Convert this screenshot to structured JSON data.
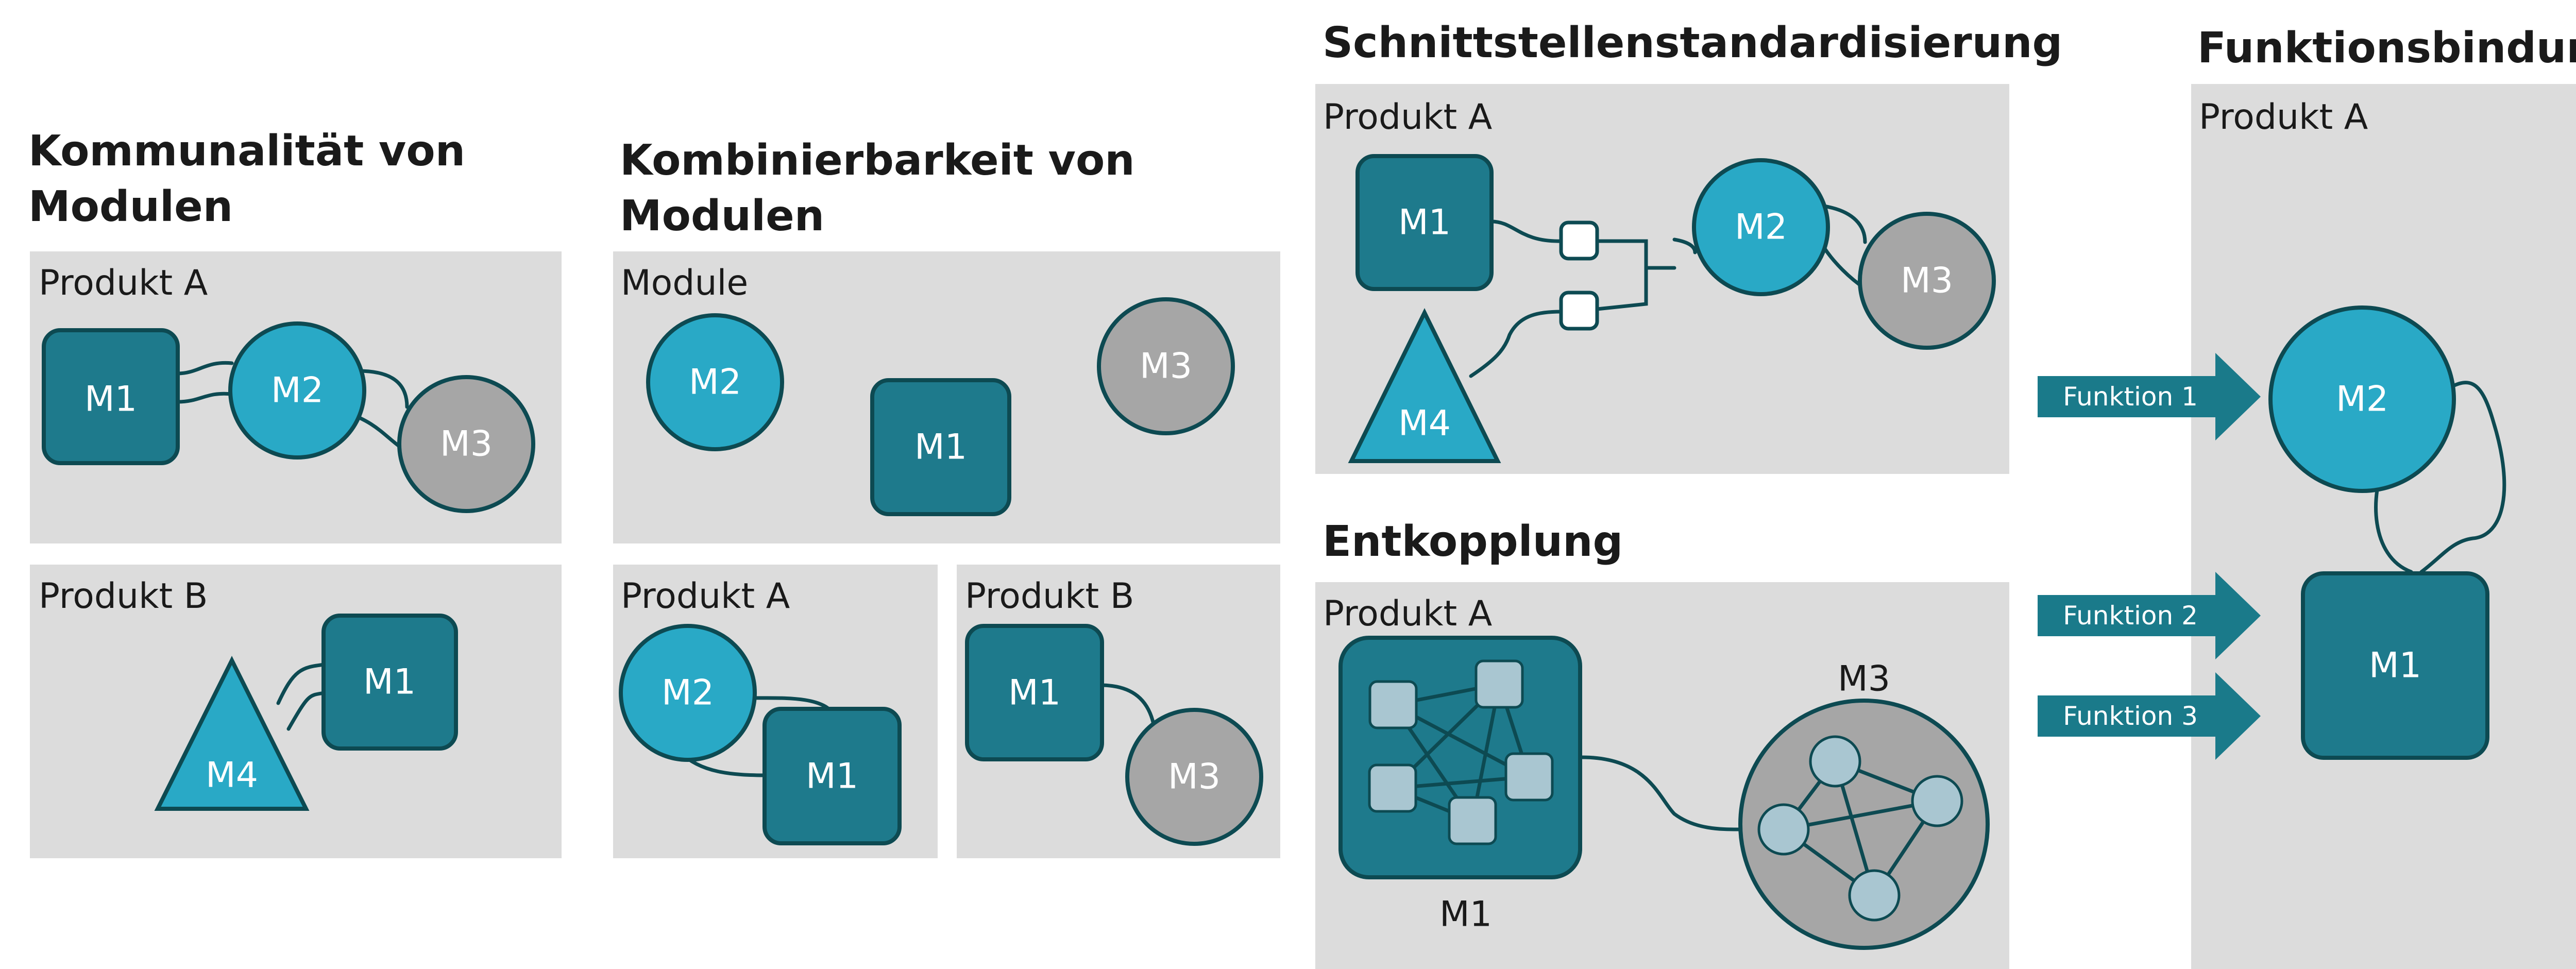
{
  "colors": {
    "panel": "#dcdcdc",
    "dark_teal": "#1e7a8c",
    "light_teal": "#29a9c6",
    "grey": "#a6a6a6",
    "outline": "#0d4a52",
    "sub_square": "#a9c6d1",
    "arrow": "#1a7a8a"
  },
  "sections": {
    "kommunalitaet": {
      "title_line1": "Kommunalität von",
      "title_line2": "Modulen",
      "produkt_a": {
        "label": "Produkt A",
        "m1": "M1",
        "m2": "M2",
        "m3": "M3"
      },
      "produkt_b": {
        "label": "Produkt B",
        "m1": "M1",
        "m4": "M4"
      }
    },
    "kombinierbarkeit": {
      "title_line1": "Kombinierbarkeit von",
      "title_line2": "Modulen",
      "module": {
        "label": "Module",
        "m1": "M1",
        "m2": "M2",
        "m3": "M3"
      },
      "produkt_a": {
        "label": "Produkt A",
        "m1": "M1",
        "m2": "M2"
      },
      "produkt_b": {
        "label": "Produkt B",
        "m1": "M1",
        "m3": "M3"
      }
    },
    "schnittstellen": {
      "title": "Schnittstellenstandardisierung",
      "produkt_a": {
        "label": "Produkt A",
        "m1": "M1",
        "m2": "M2",
        "m3": "M3",
        "m4": "M4"
      }
    },
    "entkopplung": {
      "title": "Entkopplung",
      "produkt_a": {
        "label": "Produkt A",
        "m1": "M1",
        "m3": "M3"
      }
    },
    "funktionsbindung": {
      "title": "Funktionsbindung",
      "produkt_a": {
        "label": "Produkt A",
        "m1": "M1",
        "m2": "M2"
      },
      "funktionen": [
        "Funktion 1",
        "Funktion 2",
        "Funktion 3"
      ]
    }
  }
}
